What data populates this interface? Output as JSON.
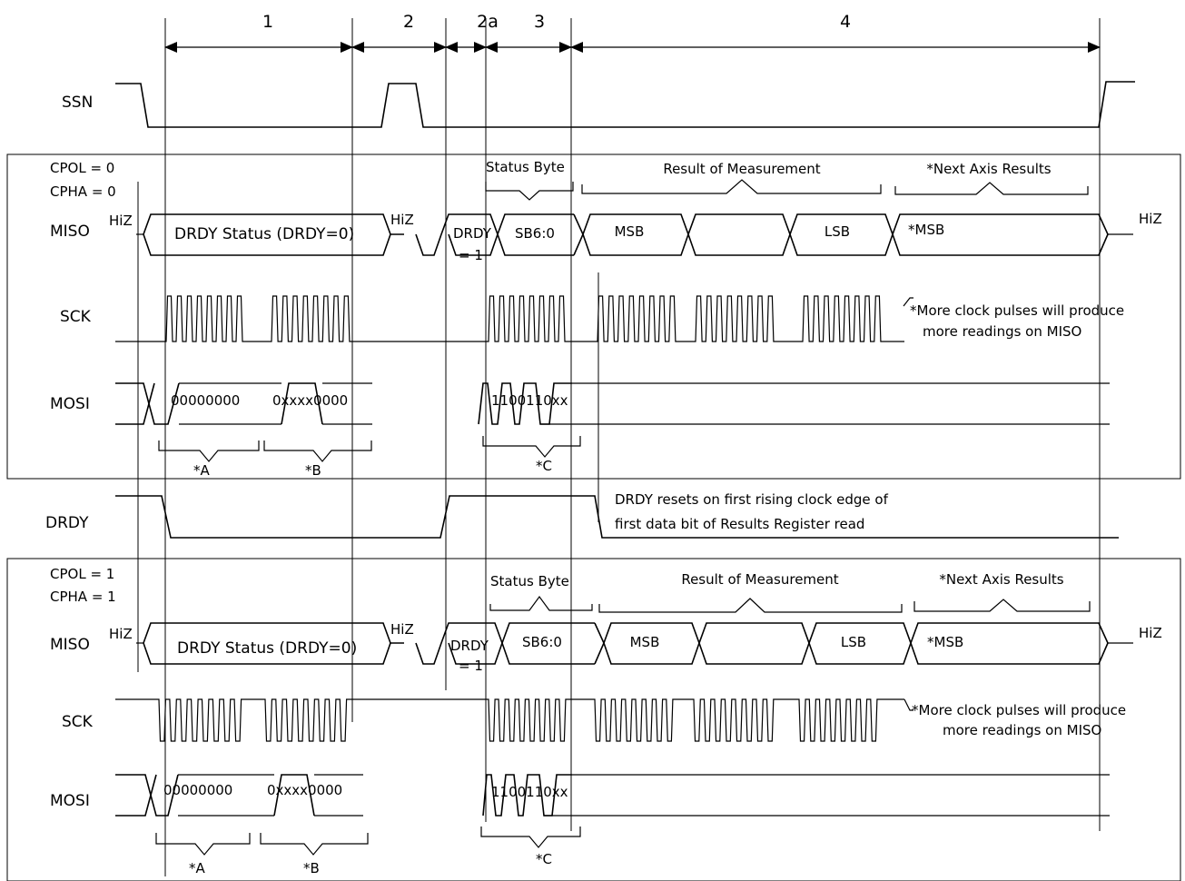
{
  "phases": [
    "1",
    "2",
    "2a",
    "3",
    "4"
  ],
  "signals": {
    "ssn": "SSN",
    "drdy": "DRDY"
  },
  "panels": [
    {
      "cpol": "CPOL = 0",
      "cpha": "CPHA = 0",
      "miso_label": "MISO",
      "sck_label": "SCK",
      "mosi_label": "MOSI",
      "hiz_left": "HiZ",
      "hiz_mid": "HiZ",
      "hiz_right": "HiZ",
      "drdy_status": "DRDY Status (DRDY=0)",
      "drdy1_a": "DRDY",
      "drdy1_b": "= 1",
      "status_byte": "Status Byte",
      "result_of_measurement": "Result of Measurement",
      "next_axis_results": "*Next Axis Results",
      "sb": "SB6:0",
      "msb": "MSB",
      "lsb": "LSB",
      "next_msb": "*MSB",
      "sck_note_1": "*More clock pulses will produce",
      "sck_note_2": "more readings on MISO",
      "mosi_zeros": "00000000",
      "mosi_cmd": "0xxxx0000",
      "mosi_sb": "1100110xx",
      "brace_a": "*A",
      "brace_b": "*B",
      "brace_c": "*C"
    },
    {
      "cpol": "CPOL = 1",
      "cpha": "CPHA = 1",
      "miso_label": "MISO",
      "sck_label": "SCK",
      "mosi_label": "MOSI",
      "hiz_left": "HiZ",
      "hiz_mid": "HiZ",
      "hiz_right": "HiZ",
      "drdy_status": "DRDY Status (DRDY=0)",
      "drdy1_a": "DRDY",
      "drdy1_b": "= 1",
      "status_byte": "Status Byte",
      "result_of_measurement": "Result of Measurement",
      "next_axis_results": "*Next Axis Results",
      "sb": "SB6:0",
      "msb": "MSB",
      "lsb": "LSB",
      "next_msb": "*MSB",
      "sck_note_1": "*More clock pulses will produce",
      "sck_note_2": "more readings on MISO",
      "mosi_zeros": "00000000",
      "mosi_cmd": "0xxxx0000",
      "mosi_sb": "1100110xx",
      "brace_a": "*A",
      "brace_b": "*B",
      "brace_c": "*C"
    }
  ],
  "drdy_note_1": "DRDY resets on first rising clock edge of",
  "drdy_note_2": "first data bit of Results Register read"
}
